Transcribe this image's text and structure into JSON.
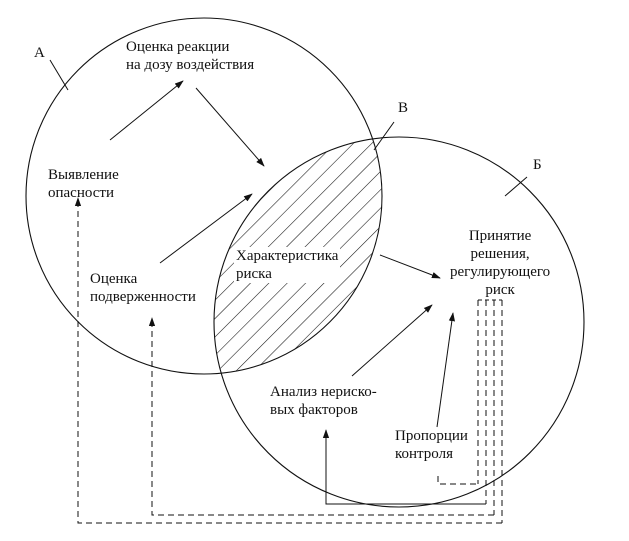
{
  "labels": {
    "a": "А",
    "b": "Б",
    "v": "В",
    "dose_response": "Оценка реакции\nна дозу воздействия",
    "hazard": "Выявление\nопасности",
    "exposure": "Оценка\nподверженности",
    "risk_char": "Характеристика\nриска",
    "decision": "Принятие\nрешения,\nрегулирующего\nриск",
    "nonrisk": "Анализ нериско-\nвых факторов",
    "control": "Пропорции\nконтроля"
  },
  "colors": {
    "stroke": "#111111",
    "background": "#ffffff"
  }
}
